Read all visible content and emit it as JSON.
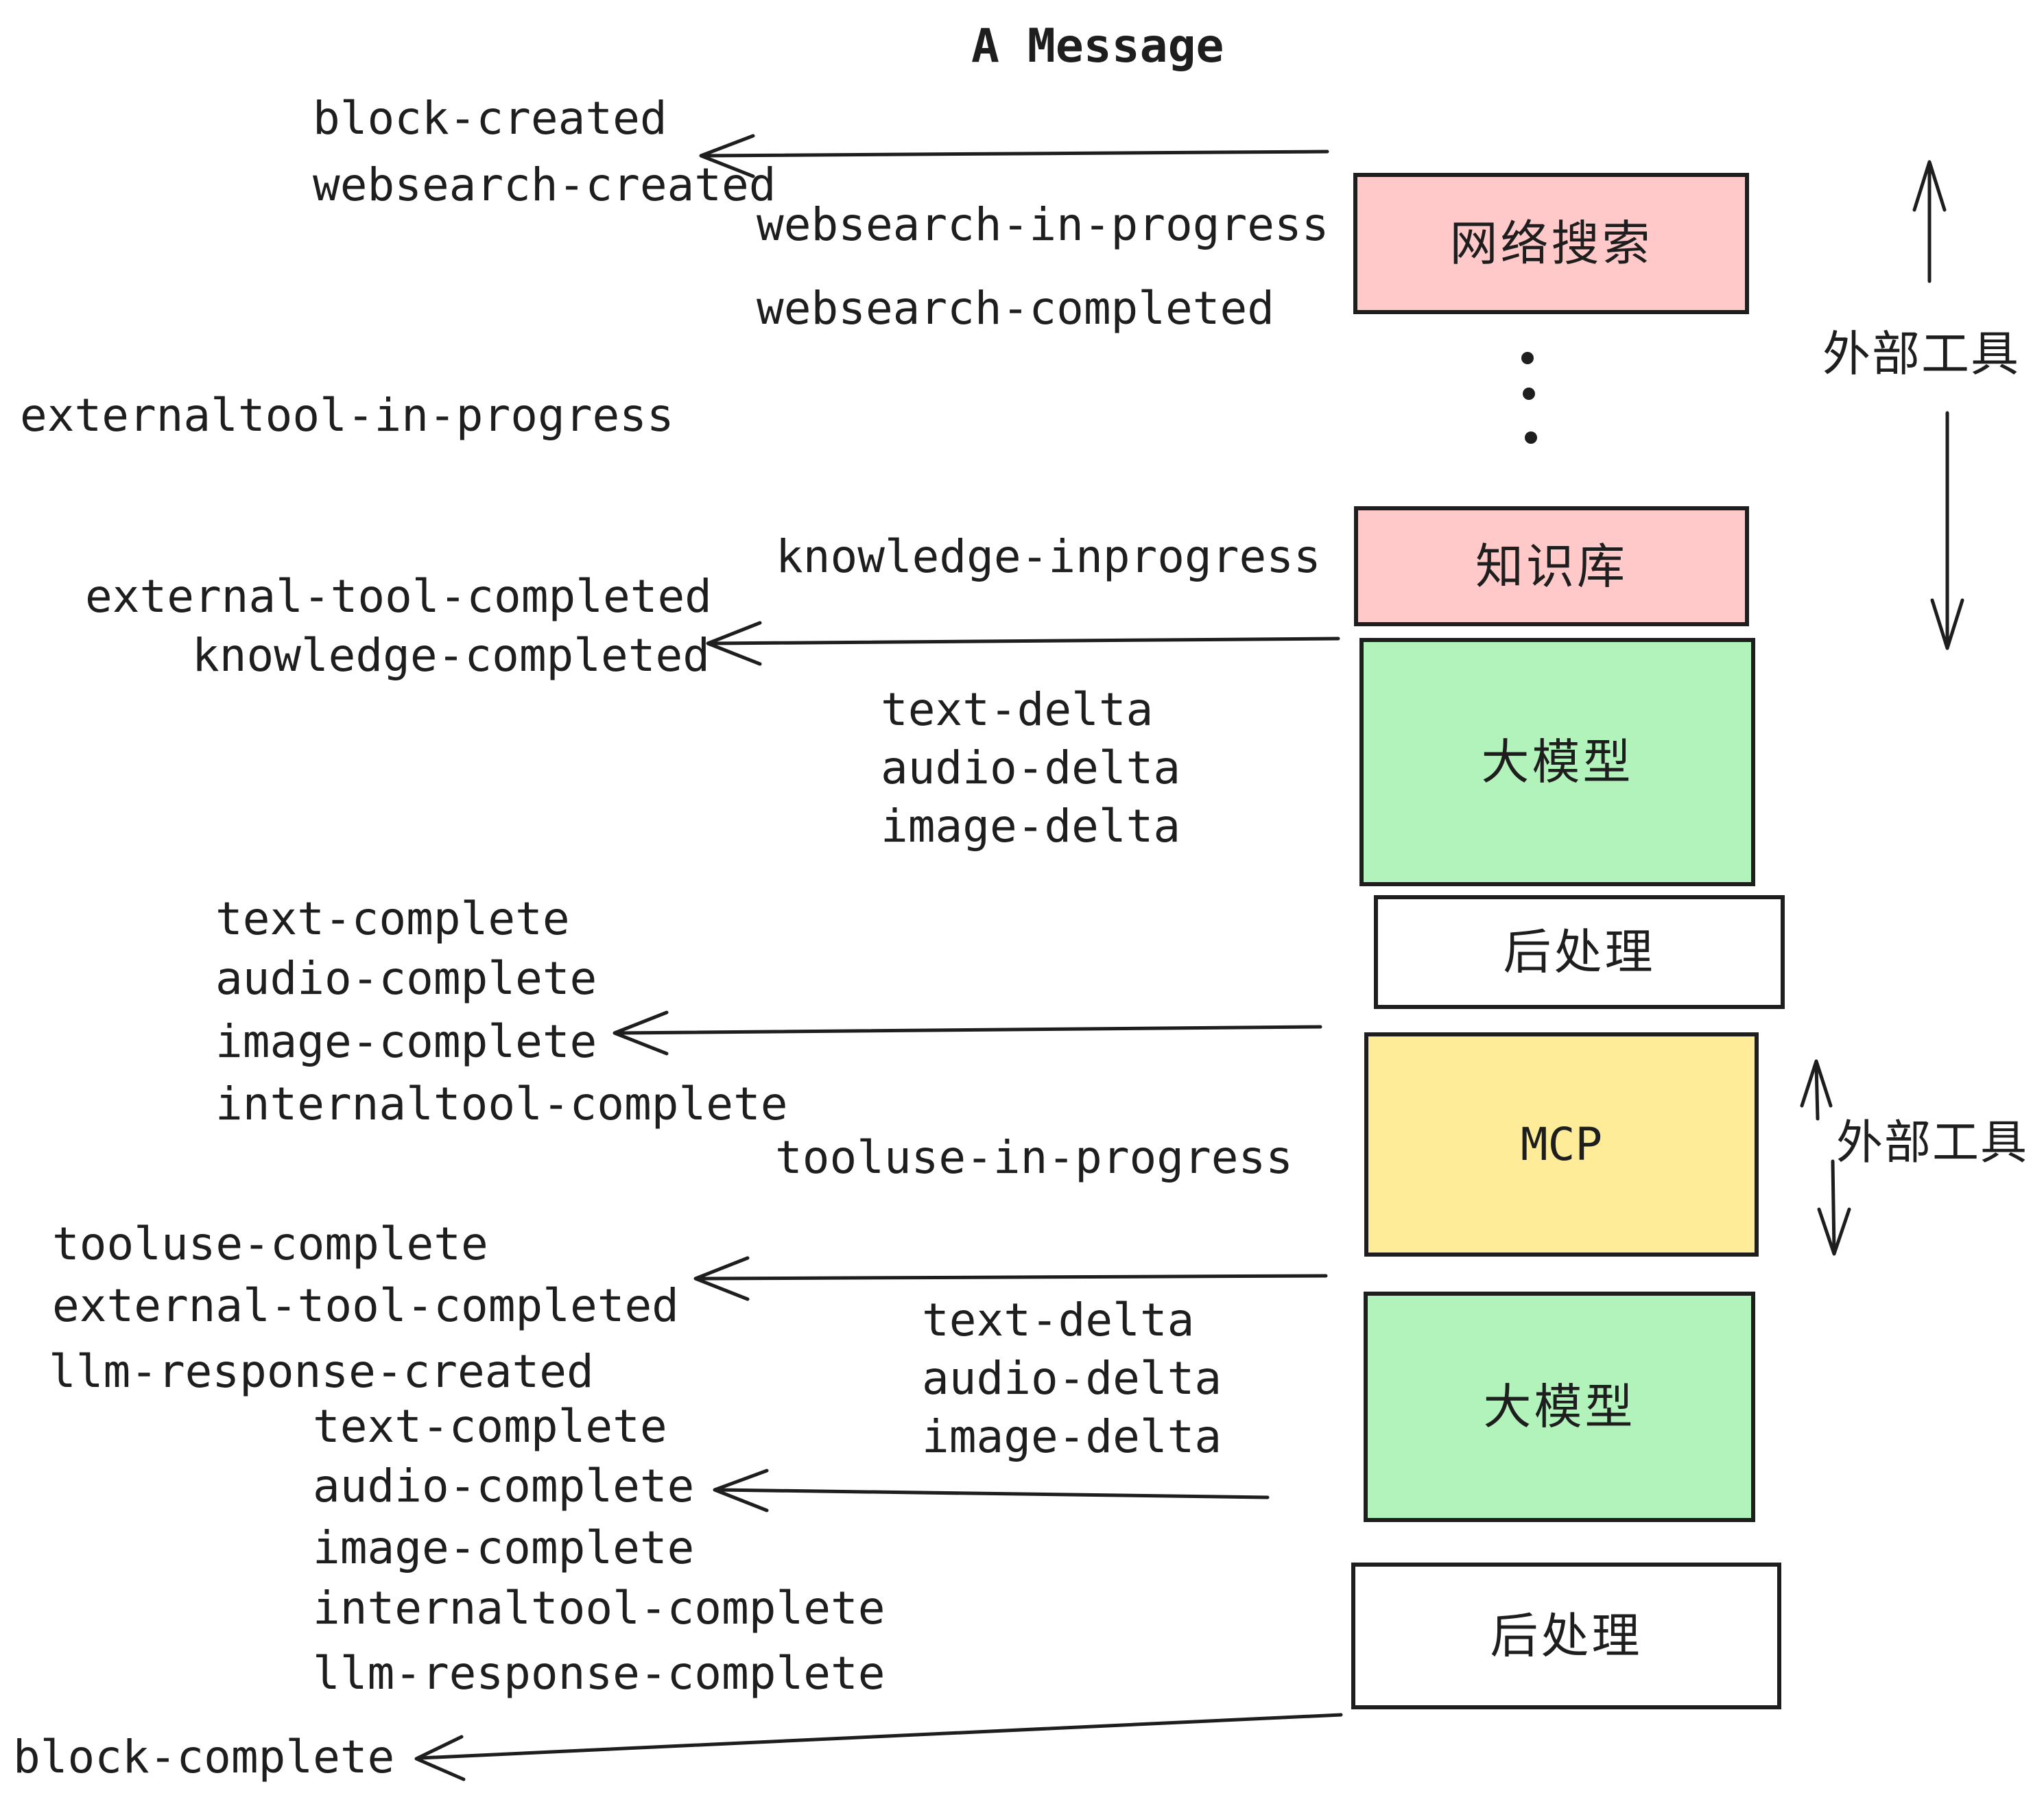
{
  "title": "A Message",
  "colors": {
    "ink": "#1e1e1e",
    "pink": "#ffc9c9",
    "green": "#b2f2bb",
    "yellow": "#ffec99",
    "white": "#ffffff"
  },
  "boxes": {
    "websearch": "网络搜索",
    "knowledge": "知识库",
    "llm_top": "大模型",
    "post_top": "后处理",
    "mcp": "MCP",
    "llm_bottom": "大模型",
    "post_bottom": "后处理"
  },
  "side_labels": {
    "external_tool_top": "外部工具",
    "external_tool_mid": "外部工具"
  },
  "events": {
    "block_created": "block-created",
    "websearch_created": "websearch-created",
    "websearch_in_progress": "websearch-in-progress",
    "websearch_completed": "websearch-completed",
    "externaltool_in_progress": "externaltool-in-progress",
    "knowledge_inprogress": "knowledge-inprogress",
    "external_tool_completed_1": "external-tool-completed",
    "knowledge_completed": "knowledge-completed",
    "text_delta_1": "text-delta",
    "audio_delta_1": "audio-delta",
    "image_delta_1": "image-delta",
    "text_complete_1": "text-complete",
    "audio_complete_1": "audio-complete",
    "image_complete_1": "image-complete",
    "internaltool_complete_1": "internaltool-complete",
    "tooluse_in_progress": "tooluse-in-progress",
    "tooluse_complete": "tooluse-complete",
    "external_tool_completed_2": "external-tool-completed",
    "llm_response_created": "llm-response-created",
    "text_delta_2": "text-delta",
    "audio_delta_2": "audio-delta",
    "image_delta_2": "image-delta",
    "text_complete_2": "text-complete",
    "audio_complete_2": "audio-complete",
    "image_complete_2": "image-complete",
    "internaltool_complete_2": "internaltool-complete",
    "llm_response_complete": "llm-response-complete",
    "block_complete": "block-complete"
  }
}
